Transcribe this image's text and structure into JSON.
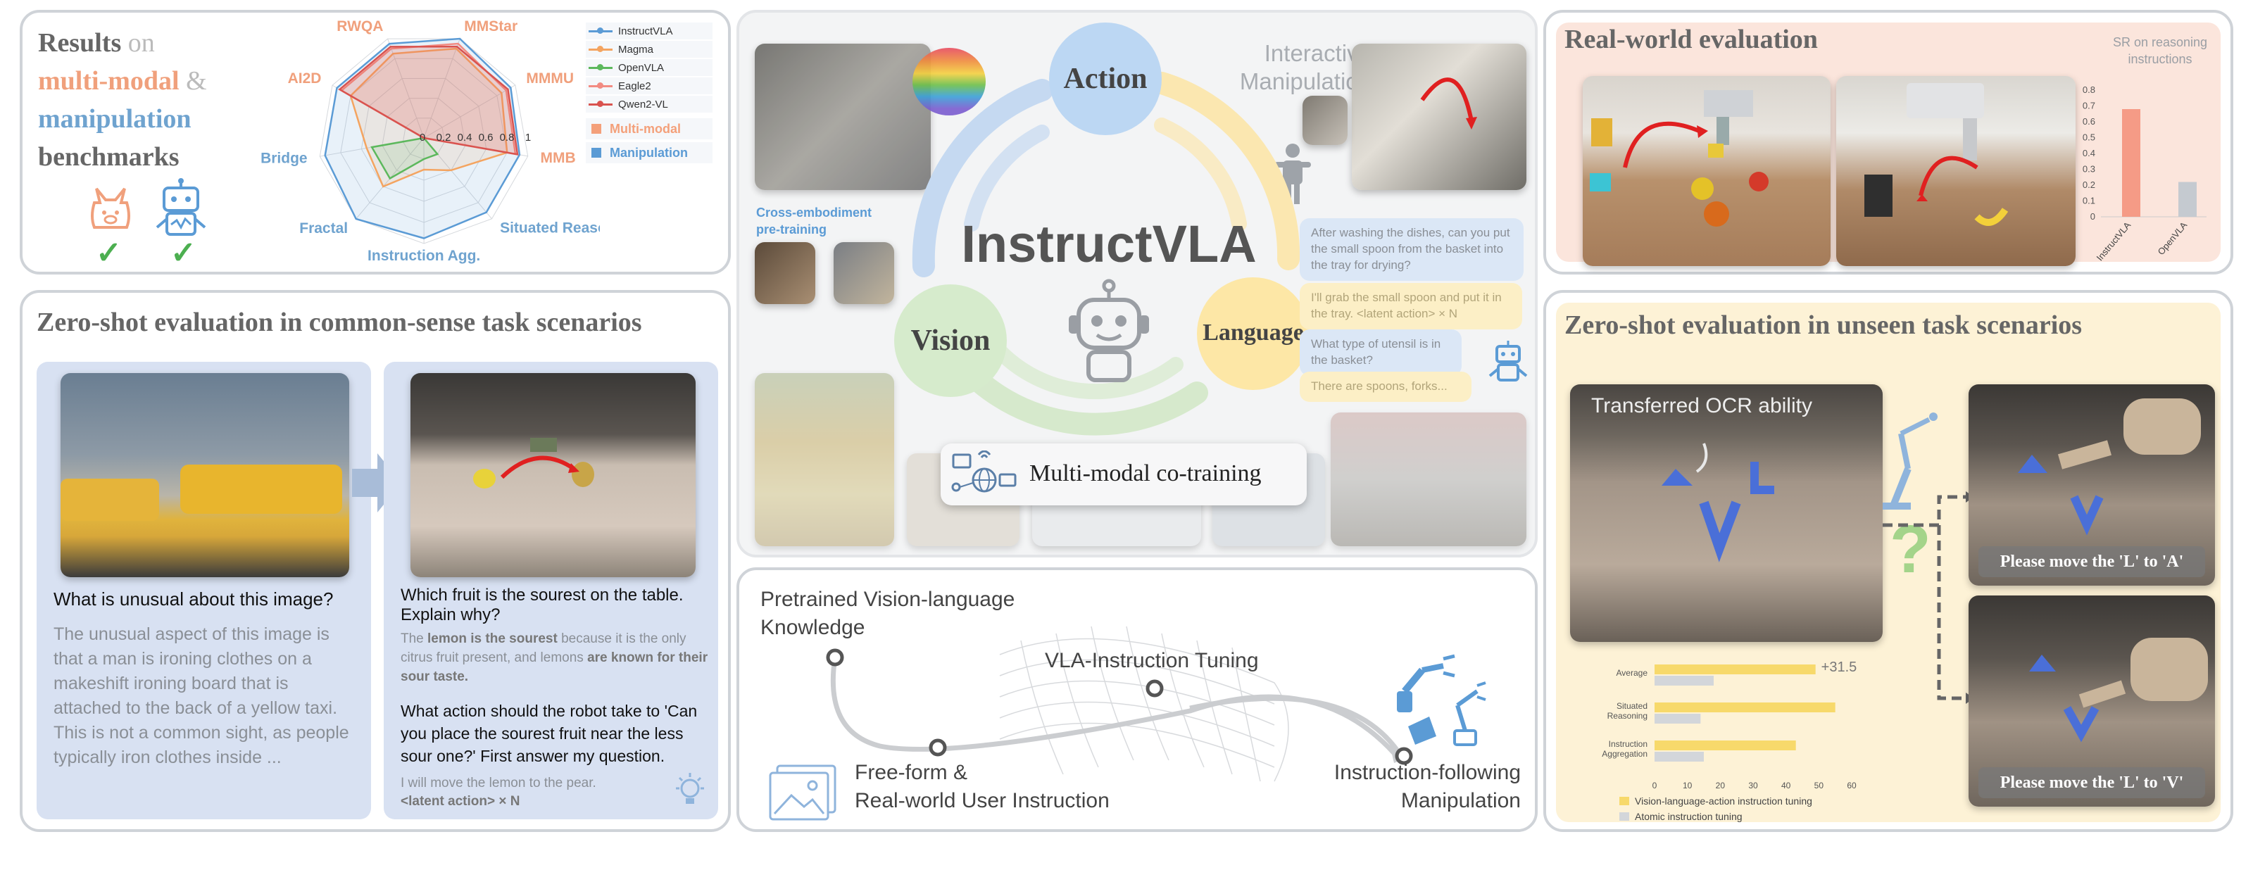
{
  "results": {
    "line1_a": "Results",
    "line1_b": "on",
    "line2_a": "multi-modal",
    "line2_b": "&",
    "line3": "manipulation",
    "line4": "benchmarks",
    "check1": "✓",
    "check2": "✓"
  },
  "radar": {
    "axes": [
      "RWQA",
      "MMStar",
      "MMMU",
      "MMB",
      "Situated Reasoning",
      "Instruction Agg.",
      "Fractal",
      "Bridge",
      "AI2D"
    ],
    "axis_groups": [
      "multi-modal",
      "multi-modal",
      "multi-modal",
      "multi-modal",
      "manipulation",
      "manipulation",
      "manipulation",
      "manipulation",
      "multi-modal"
    ],
    "ticks": [
      "0",
      "0.2",
      "0.4",
      "0.6",
      "0.8",
      "1"
    ],
    "series": [
      {
        "name": "InstructVLA",
        "color": "#5b9bd5",
        "values": [
          0.95,
          1.0,
          0.95,
          0.92,
          0.92,
          0.95,
          1.0,
          0.95,
          0.95
        ]
      },
      {
        "name": "Magma",
        "color": "#f4a460",
        "values": [
          0.85,
          0.9,
          0.85,
          0.8,
          0.4,
          0.3,
          0.6,
          0.55,
          0.8
        ]
      },
      {
        "name": "OpenVLA",
        "color": "#5cb85c",
        "values": [
          0,
          0,
          0,
          0,
          0.2,
          0.2,
          0.5,
          0.5,
          0
        ]
      },
      {
        "name": "Eagle2",
        "color": "#f28b82",
        "values": [
          0.9,
          0.95,
          0.9,
          0.88,
          0,
          0,
          0,
          0,
          0.9
        ]
      },
      {
        "name": "Qwen2-VL",
        "color": "#d9534f",
        "values": [
          0.92,
          0.92,
          0.92,
          0.9,
          0,
          0,
          0,
          0,
          0.92
        ]
      }
    ],
    "group_legend": [
      {
        "label": "Multi-modal",
        "color": "#f4a07a"
      },
      {
        "label": "Manipulation",
        "color": "#5b9bd5"
      }
    ]
  },
  "zeroshot_common": {
    "title": "Zero-shot evaluation in common-sense task scenarios",
    "q1": "What is unusual about this image?",
    "a1": "The unusual aspect of this image is that a man is ironing clothes on a makeshift ironing board that is attached to the back of a yellow taxi. This is not a common sight, as people typically iron clothes inside ...",
    "q2": "Which fruit is the sourest on the table. Explain why?",
    "a2_p1": "The ",
    "a2_b1": "lemon is the sourest",
    "a2_p2": " because it is the only citrus fruit present, and lemons ",
    "a2_b2": "are known for their sour taste.",
    "q3": "What action should the robot take to 'Can you place the sourest fruit near the less sour one?' First answer my question.",
    "a3": "I will move the lemon to the pear.",
    "a3_b": "<latent action> × N"
  },
  "center": {
    "title": "InstructVLA",
    "action": "Action",
    "vision": "Vision",
    "language": "Language",
    "interactive": "Interactive\nManipulation",
    "cross_embodiment": "Cross-embodiment\npre-training",
    "cotraining": "Multi-modal co-training",
    "chat": [
      "After washing the dishes, can you put the small spoon from the basket into the tray for drying?",
      "I'll grab the small spoon and put it in the tray. <latent action> × N",
      "What type of utensil is in the basket?",
      "There are spoons, forks..."
    ]
  },
  "pipeline": {
    "pretrained": "Pretrained Vision-language\nKnowledge",
    "tuning": "VLA-Instruction Tuning",
    "freeform": "Free-form &\nReal-world User Instruction",
    "following": "Instruction-following\nManipulation"
  },
  "realworld": {
    "title": "Real-world evaluation",
    "chart_title": "SR on reasoning\ninstructions"
  },
  "unseen": {
    "title": "Zero-shot evaluation in unseen task scenarios",
    "ocr": "Transferred OCR ability",
    "caption1": "Please move the 'L' to 'A'",
    "caption2": "Please move the 'L' to 'V'",
    "question_mark": "?",
    "delta": "+31.5"
  },
  "chart_data": [
    {
      "type": "bar",
      "title": "SR on reasoning instructions",
      "categories": [
        "InstructVLA",
        "OpenVLA"
      ],
      "values": [
        0.68,
        0.22
      ],
      "ylim": [
        0,
        0.8
      ],
      "yticks": [
        "0",
        "0.1",
        "0.2",
        "0.3",
        "0.4",
        "0.5",
        "0.6",
        "0.7",
        "0.8"
      ],
      "colors": [
        "#f59b86",
        "#c5cad0"
      ]
    },
    {
      "type": "bar",
      "orientation": "horizontal",
      "categories": [
        "Average",
        "Situated Reasoning",
        "Instruction Aggregation"
      ],
      "series": [
        {
          "name": "Vision-language-action instruction tuning",
          "color": "#f7d96b",
          "values": [
            49,
            55,
            43
          ]
        },
        {
          "name": "Atomic instruction tuning",
          "color": "#d3d6da",
          "values": [
            18,
            14,
            15
          ]
        }
      ],
      "xlim": [
        0,
        60
      ],
      "xticks": [
        "0",
        "10",
        "20",
        "30",
        "40",
        "50",
        "60"
      ]
    }
  ]
}
